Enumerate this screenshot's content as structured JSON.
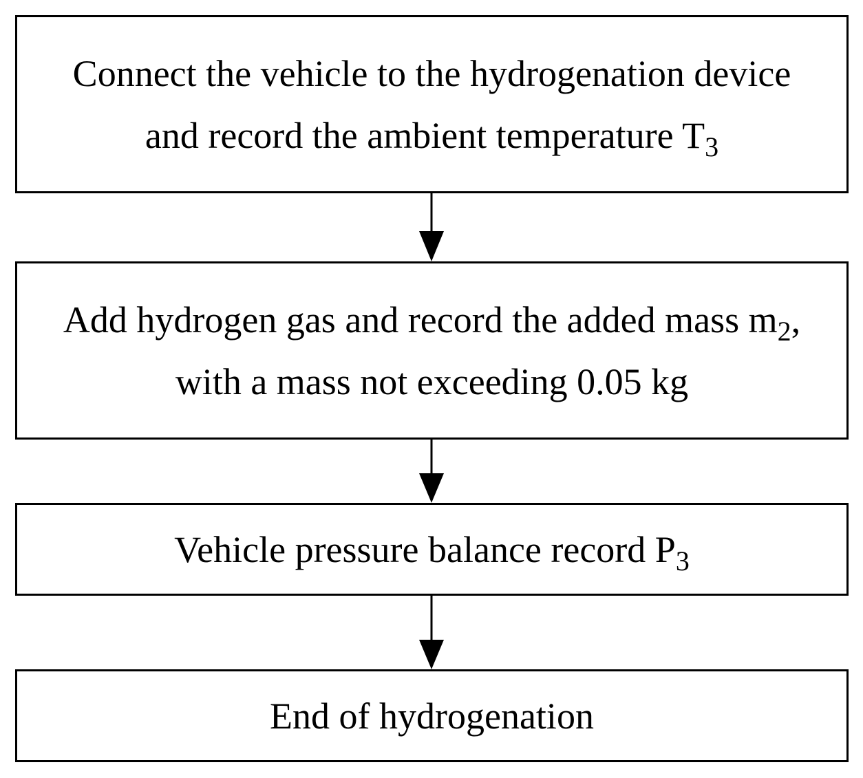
{
  "steps": [
    {
      "line1": "Connect the vehicle to the hydrogenation device",
      "line2_text": "and record the ambient temperature T",
      "line2_sub": "3"
    },
    {
      "line1_text": "Add hydrogen gas and record the added mass m",
      "line1_sub": "2",
      "line1_tail": ",",
      "line2": "with a mass not exceeding 0.05 kg"
    },
    {
      "line1_text": "Vehicle pressure balance record P",
      "line1_sub": "3"
    },
    {
      "line1": "End of hydrogenation"
    }
  ],
  "colors": {
    "stroke": "#000000",
    "background": "#ffffff"
  }
}
